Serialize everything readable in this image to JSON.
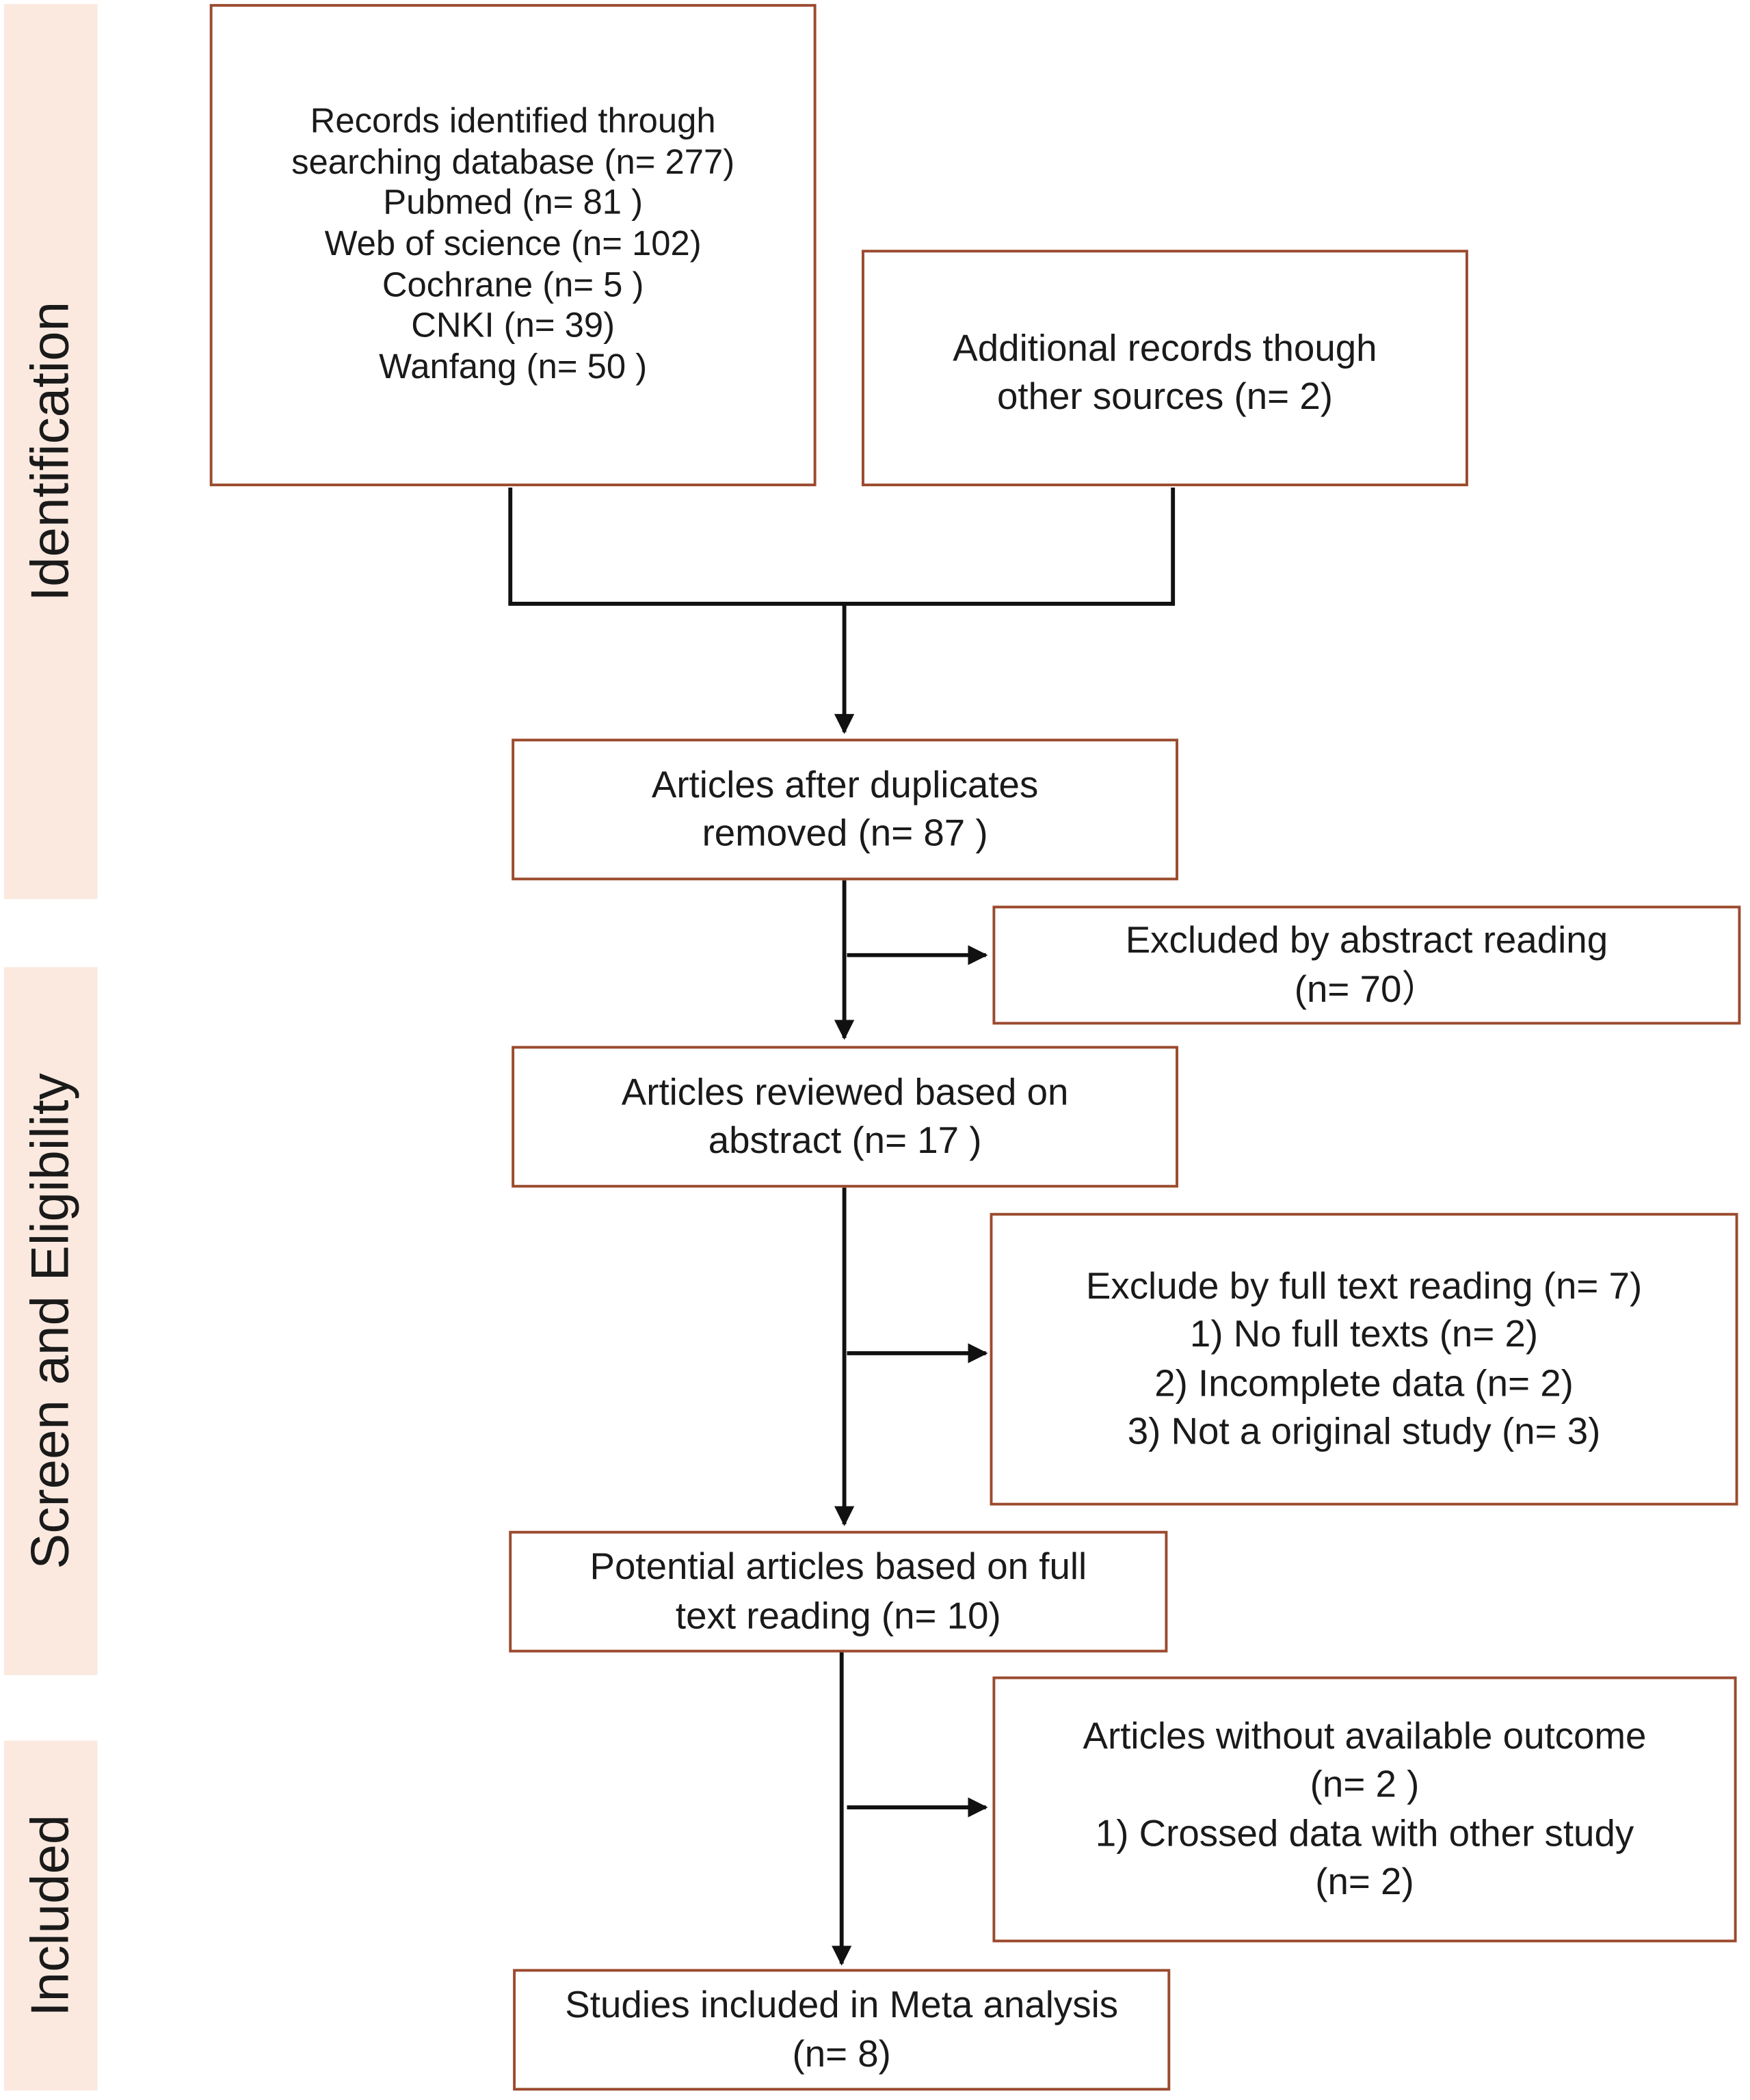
{
  "phases": {
    "identification": "Identification",
    "screening": "Screen and Eligibility",
    "included": "Included"
  },
  "boxes": {
    "records_identified": {
      "lines": [
        "Records identified through",
        "searching database (n= 277)",
        "Pubmed (n= 81 )",
        "Web of science (n= 102)",
        "Cochrane  (n= 5 )",
        "CNKI (n= 39)",
        "Wanfang (n= 50 )"
      ]
    },
    "additional_records": {
      "lines": [
        "Additional records though",
        "other sources (n= 2)"
      ]
    },
    "after_duplicates": {
      "lines": [
        "Articles after duplicates",
        "removed (n= 87 )"
      ]
    },
    "excluded_abstract": {
      "lines": [
        "Excluded by abstract reading",
        "(n= 70）"
      ]
    },
    "reviewed_abstract": {
      "lines": [
        "Articles reviewed based on",
        "abstract (n= 17 )"
      ]
    },
    "excluded_fulltext": {
      "lines": [
        "Exclude by full text reading (n= 7)",
        "1) No full texts (n= 2)",
        "2) Incomplete data (n= 2)",
        "3) Not a original study (n= 3)"
      ]
    },
    "potential_articles": {
      "lines": [
        "Potential articles based on full",
        "text reading (n= 10)"
      ]
    },
    "without_outcome": {
      "lines": [
        "Articles without available outcome",
        "(n= 2 )",
        "1) Crossed data with other study",
        "(n= 2)"
      ]
    },
    "included_studies": {
      "lines": [
        "Studies included in Meta analysis",
        "(n= 8)"
      ]
    }
  },
  "colors": {
    "phase_band": "#fbe9df",
    "box_border": "#9b4a2e",
    "connector": "#111111"
  }
}
